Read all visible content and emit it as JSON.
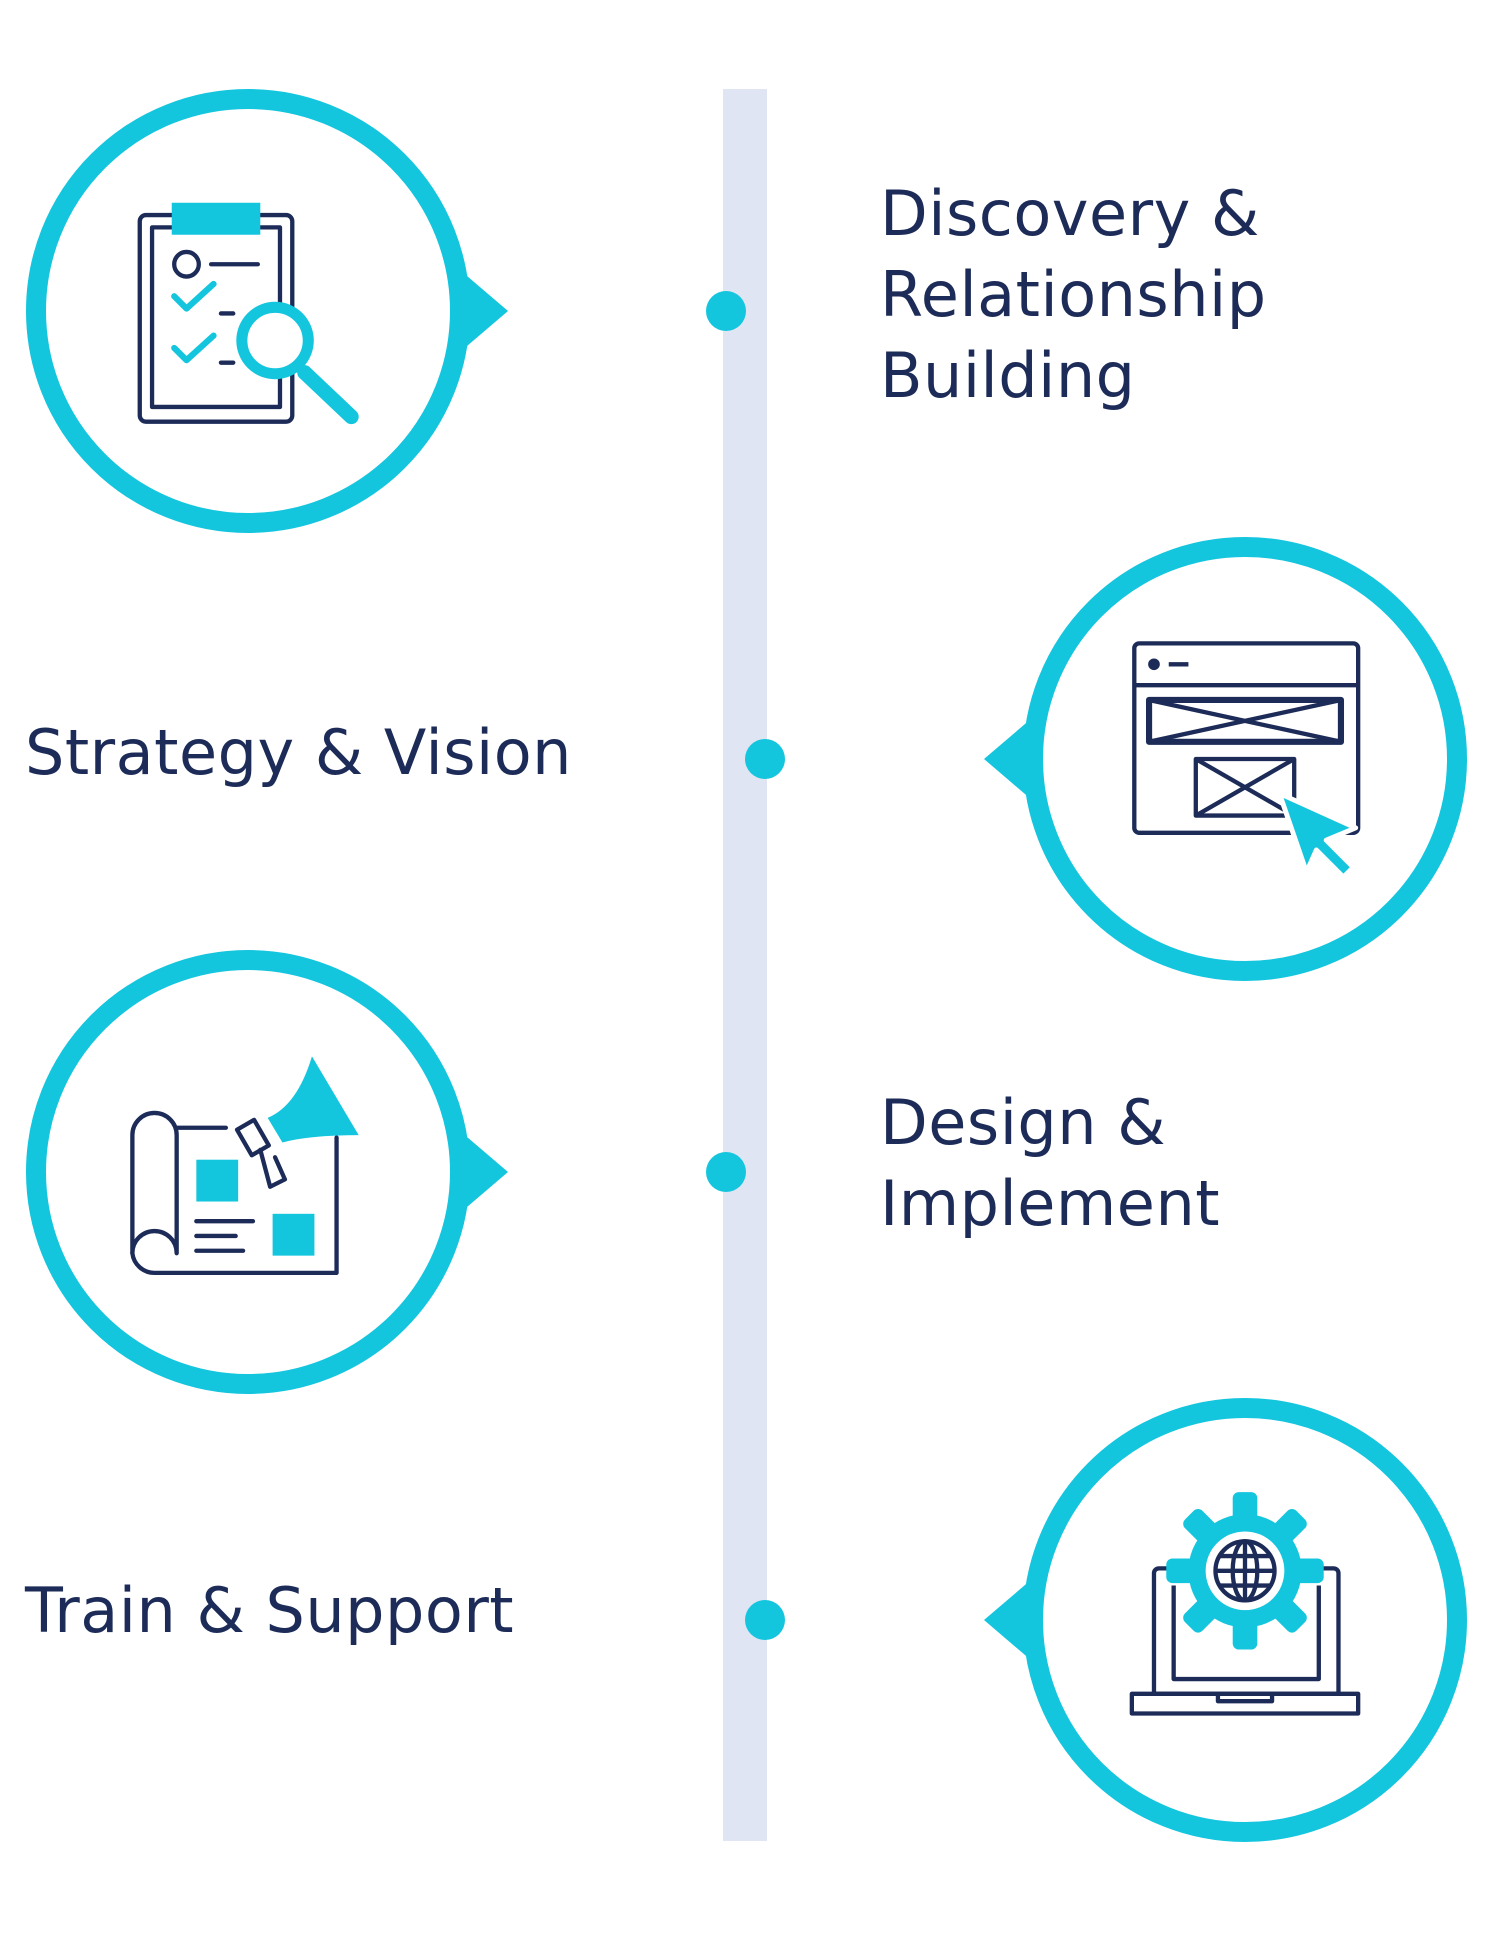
{
  "colors": {
    "accent": "#14c5de",
    "text": "#1c2b57",
    "timeline": "#e0e5f3"
  },
  "steps": [
    {
      "lines": [
        "Discovery &",
        "Relationship",
        "Building"
      ],
      "icon": "clipboard-magnifier-icon"
    },
    {
      "lines": [
        "Strategy & Vision"
      ],
      "icon": "website-wireframe-cursor-icon"
    },
    {
      "lines": [
        "Design &",
        "Implement"
      ],
      "icon": "blueprint-megaphone-icon"
    },
    {
      "lines": [
        "Train & Support"
      ],
      "icon": "laptop-gear-globe-icon"
    }
  ]
}
